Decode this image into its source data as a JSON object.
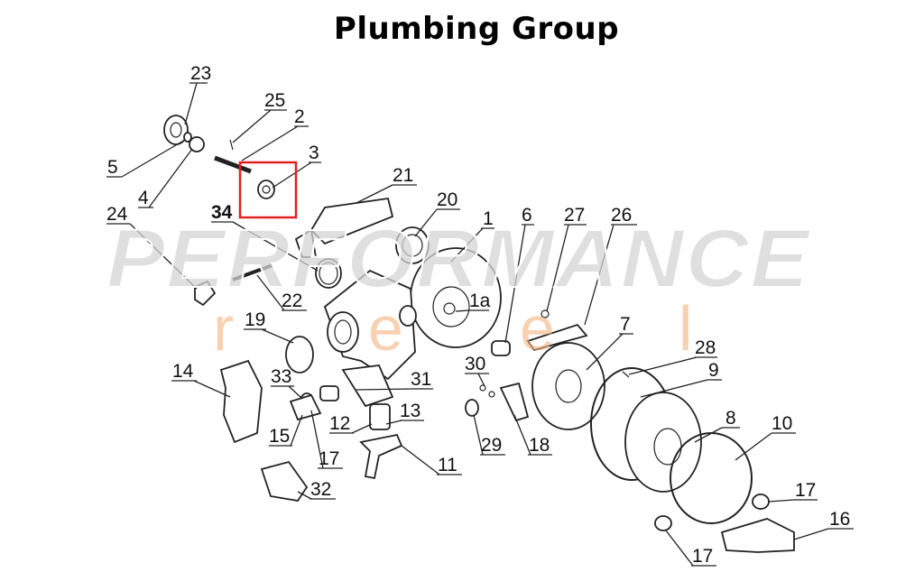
{
  "title": "Plumbing Group",
  "watermark": {
    "main": "PERFORMANCE",
    "sub": [
      "r",
      "e",
      "e",
      "l"
    ]
  },
  "highlight_color": "#e02020",
  "highlighted_part": "3",
  "labels": [
    {
      "id": "23",
      "text": "23"
    },
    {
      "id": "25",
      "text": "25"
    },
    {
      "id": "2",
      "text": "2"
    },
    {
      "id": "3",
      "text": "3"
    },
    {
      "id": "5",
      "text": "5"
    },
    {
      "id": "4",
      "text": "4"
    },
    {
      "id": "21",
      "text": "21"
    },
    {
      "id": "20",
      "text": "20"
    },
    {
      "id": "1",
      "text": "1"
    },
    {
      "id": "34",
      "text": "34"
    },
    {
      "id": "24",
      "text": "24"
    },
    {
      "id": "1a",
      "text": "1a"
    },
    {
      "id": "6",
      "text": "6"
    },
    {
      "id": "27",
      "text": "27"
    },
    {
      "id": "26",
      "text": "26"
    },
    {
      "id": "22",
      "text": "22"
    },
    {
      "id": "19",
      "text": "19"
    },
    {
      "id": "7",
      "text": "7"
    },
    {
      "id": "28",
      "text": "28"
    },
    {
      "id": "30",
      "text": "30"
    },
    {
      "id": "9",
      "text": "9"
    },
    {
      "id": "14",
      "text": "14"
    },
    {
      "id": "33",
      "text": "33"
    },
    {
      "id": "31",
      "text": "31"
    },
    {
      "id": "13",
      "text": "13"
    },
    {
      "id": "10",
      "text": "10"
    },
    {
      "id": "8",
      "text": "8"
    },
    {
      "id": "12",
      "text": "12"
    },
    {
      "id": "15",
      "text": "15"
    },
    {
      "id": "29",
      "text": "29"
    },
    {
      "id": "18",
      "text": "18"
    },
    {
      "id": "11",
      "text": "11"
    },
    {
      "id": "17a",
      "text": "17"
    },
    {
      "id": "17b",
      "text": "17"
    },
    {
      "id": "16",
      "text": "16"
    },
    {
      "id": "32",
      "text": "32"
    },
    {
      "id": "17c",
      "text": "17"
    }
  ]
}
